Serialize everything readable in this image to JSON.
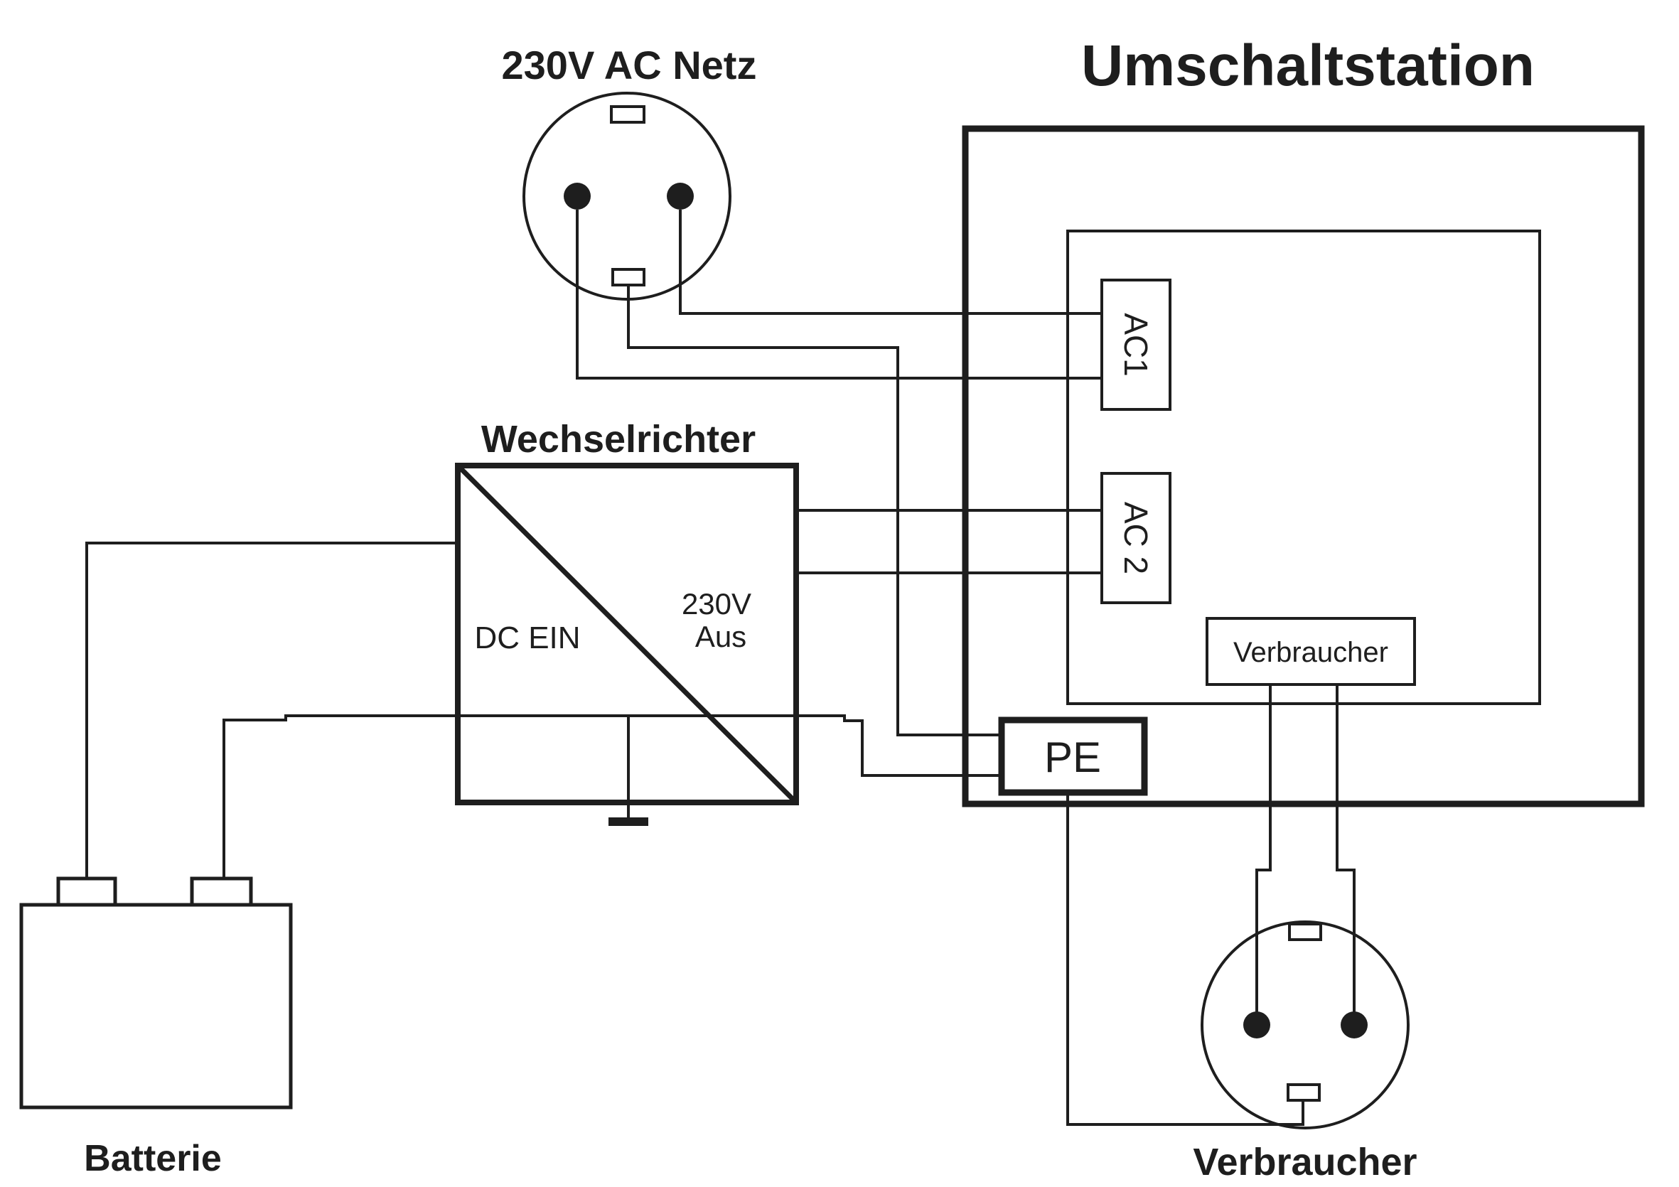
{
  "page": {
    "background": "#ffffff",
    "line_color": "#1e1e1e"
  },
  "ac_netz_socket": {
    "label": "230V AC Netz"
  },
  "umschaltstation": {
    "title": "Umschaltstation",
    "ac1_label": "AC1",
    "ac2_label": "AC 2",
    "verbraucher_label": "Verbraucher",
    "pe_label": "PE"
  },
  "wechselrichter": {
    "title": "Wechselrichter",
    "dc_in_label": "DC EIN",
    "ac_out_label_line1": "230V",
    "ac_out_label_line2": "Aus"
  },
  "batterie": {
    "label": "Batterie"
  },
  "verbraucher_socket": {
    "label": "Verbraucher"
  }
}
